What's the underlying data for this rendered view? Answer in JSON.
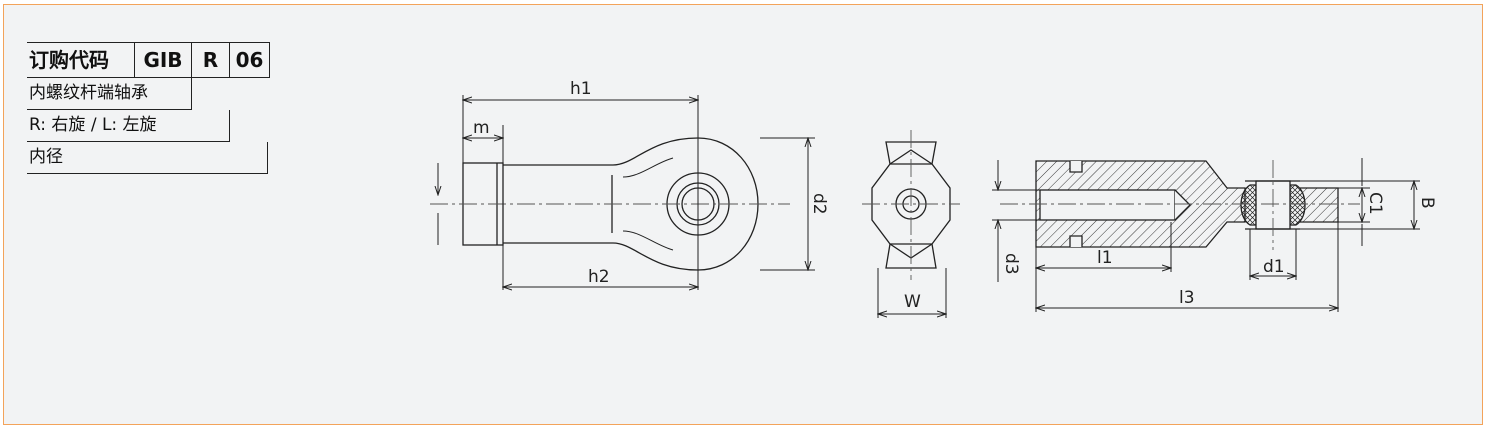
{
  "order_code": {
    "header": [
      "订购代码",
      "GIB",
      "R",
      "06"
    ],
    "rows": [
      "内螺纹杆端轴承",
      "R: 右旋 / L: 左旋",
      "内径"
    ]
  },
  "dimension_labels": {
    "h1": "h1",
    "m": "m",
    "h2": "h2",
    "d2": "d2",
    "W": "W",
    "d3": "d3",
    "l1": "l1",
    "l3": "l3",
    "d1": "d1",
    "C1": "C1",
    "B": "B"
  },
  "colors": {
    "frame_border": "#f3a35a",
    "background": "#f2f3f4",
    "line": "#222222"
  }
}
